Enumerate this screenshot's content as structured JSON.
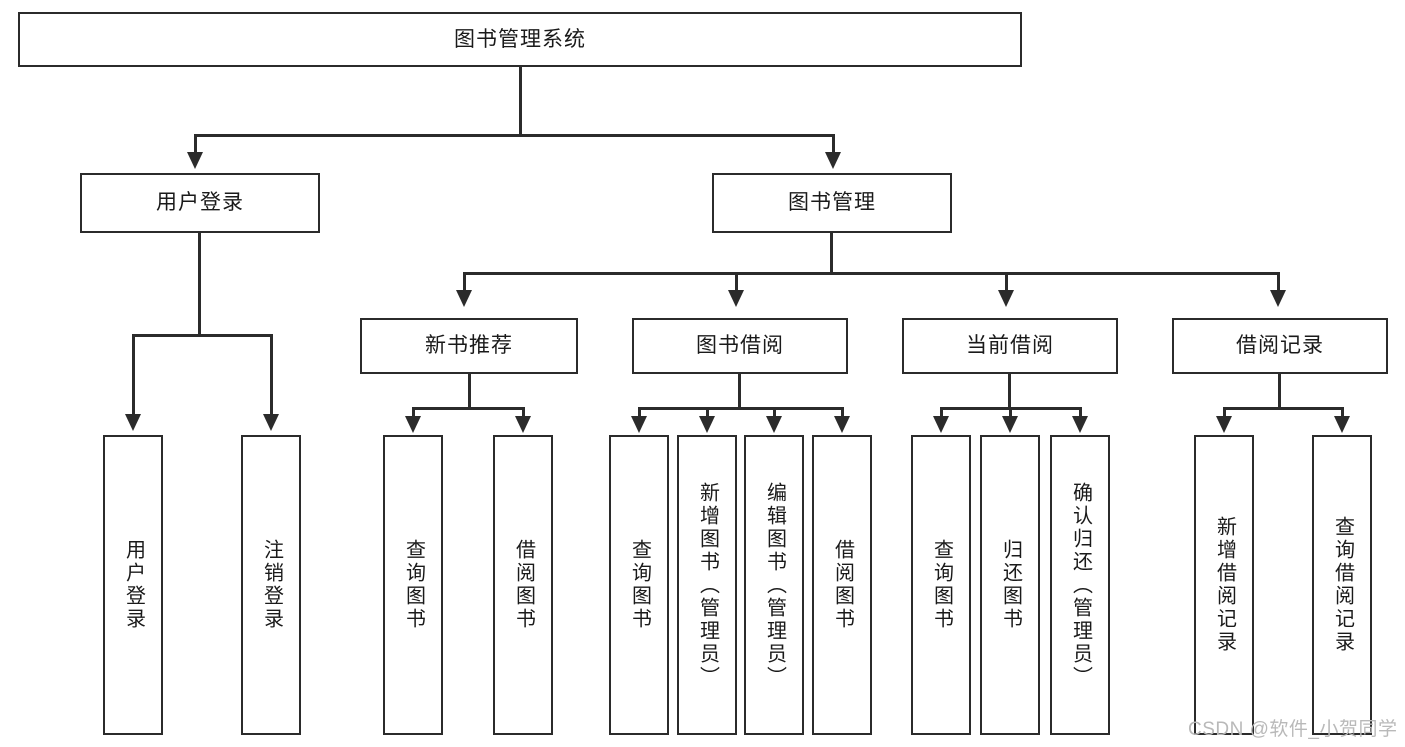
{
  "diagram": {
    "type": "tree-hierarchy",
    "title": "图书管理系统",
    "root": {
      "label": "图书管理系统"
    },
    "level1": [
      {
        "id": "user-login",
        "label": "用户登录"
      },
      {
        "id": "book-manage",
        "label": "图书管理"
      }
    ],
    "level2": [
      {
        "id": "new-book-recommend",
        "label": "新书推荐",
        "parent": "book-manage"
      },
      {
        "id": "book-borrow",
        "label": "图书借阅",
        "parent": "book-manage"
      },
      {
        "id": "current-borrow",
        "label": "当前借阅",
        "parent": "book-manage"
      },
      {
        "id": "borrow-record",
        "label": "借阅记录",
        "parent": "book-manage"
      }
    ],
    "leaves": [
      {
        "id": "leaf-user-login",
        "label": "用户登录",
        "parent": "user-login"
      },
      {
        "id": "leaf-logout",
        "label": "注销登录",
        "parent": "user-login"
      },
      {
        "id": "leaf-query-book-1",
        "label": "查询图书",
        "parent": "new-book-recommend"
      },
      {
        "id": "leaf-borrow-book-1",
        "label": "借阅图书",
        "parent": "new-book-recommend"
      },
      {
        "id": "leaf-query-book-2",
        "label": "查询图书",
        "parent": "book-borrow"
      },
      {
        "id": "leaf-add-book",
        "label": "新增图书（管理员）",
        "parent": "book-borrow"
      },
      {
        "id": "leaf-edit-book",
        "label": "编辑图书（管理员）",
        "parent": "book-borrow"
      },
      {
        "id": "leaf-borrow-book-2",
        "label": "借阅图书",
        "parent": "book-borrow"
      },
      {
        "id": "leaf-query-book-3",
        "label": "查询图书",
        "parent": "current-borrow"
      },
      {
        "id": "leaf-return-book",
        "label": "归还图书",
        "parent": "current-borrow"
      },
      {
        "id": "leaf-confirm-return",
        "label": "确认归还（管理员）",
        "parent": "current-borrow"
      },
      {
        "id": "leaf-add-record",
        "label": "新增借阅记录",
        "parent": "borrow-record"
      },
      {
        "id": "leaf-query-record",
        "label": "查询借阅记录",
        "parent": "borrow-record"
      }
    ]
  },
  "watermark": {
    "text": "CSDN @软件_小贺同学"
  },
  "colors": {
    "stroke": "#2b2b2b",
    "fill": "#ffffff",
    "text": "#1a1a1a",
    "watermark": "#b9b9b9"
  }
}
